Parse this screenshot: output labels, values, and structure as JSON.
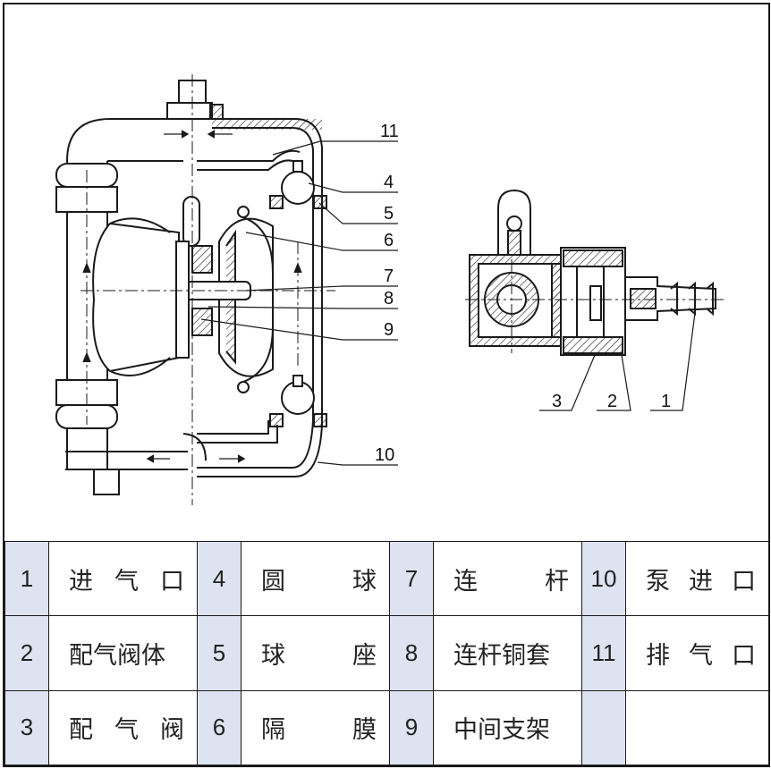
{
  "callouts": {
    "c1": "1",
    "c2": "2",
    "c3": "3",
    "c4": "4",
    "c5": "5",
    "c6": "6",
    "c7": "7",
    "c8": "8",
    "c9": "9",
    "c10": "10",
    "c11": "11"
  },
  "legend": {
    "rows": [
      [
        {
          "num": "1",
          "name": [
            "进",
            "气",
            "口"
          ]
        },
        {
          "num": "4",
          "name": [
            "圆",
            "球"
          ]
        },
        {
          "num": "7",
          "name": [
            "连",
            "杆"
          ]
        },
        {
          "num": "10",
          "name": [
            "泵",
            "进",
            "口"
          ]
        }
      ],
      [
        {
          "num": "2",
          "name": [
            "配气阀体"
          ]
        },
        {
          "num": "5",
          "name": [
            "球",
            "座"
          ]
        },
        {
          "num": "8",
          "name": [
            "连杆铜套"
          ]
        },
        {
          "num": "11",
          "name": [
            "排",
            "气",
            "口"
          ]
        }
      ],
      [
        {
          "num": "3",
          "name": [
            "配",
            "气",
            "阀"
          ]
        },
        {
          "num": "6",
          "name": [
            "隔",
            "膜"
          ]
        },
        {
          "num": "9",
          "name": [
            "中间支架"
          ]
        },
        {
          "num": "",
          "name": []
        }
      ]
    ]
  },
  "colors": {
    "line": "#1a1a1a",
    "header_bg": "#dde3f0"
  }
}
